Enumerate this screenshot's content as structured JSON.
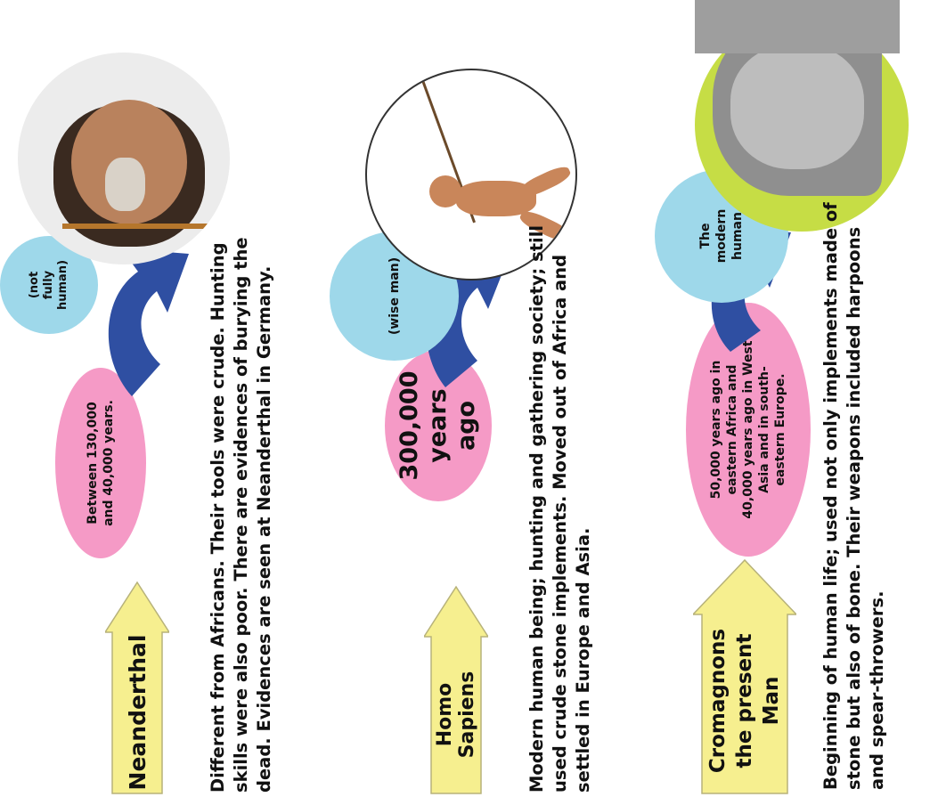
{
  "colors": {
    "pink": "#f59ac6",
    "light_blue": "#9ed8ea",
    "dark_blue": "#2f4fa2",
    "yellow": "#f6ef8f",
    "lime": "#c6dd45"
  },
  "stages": [
    {
      "name": "Neanderthal",
      "period": "Between 130,000 and 40,000 years.",
      "status": "(not fully human)",
      "description": "Different from Africans. Their tools were crude. Hunting skills were also poor. There are evidences of burying the dead. Evidences are seen at Neanderthal in Germany.",
      "image": "neanderthal-face-icon"
    },
    {
      "name": "Homo Sapiens",
      "period": "300,000 years ago",
      "status": "(wise  man)",
      "description": "Modern human being; hunting and gathering society; still used crude stone implements. Moved out of Africa and settled in Europe and Asia.",
      "image": "running-hunter-icon"
    },
    {
      "name": "Cromagnons the present Man",
      "period": "50,000 years ago in eastern Africa and 40,000 years ago in West Asia and in south-eastern Europe.",
      "status": "The modern human",
      "description": "Beginning of human life; used not only implements made of stone but also of bone. Their weapons included harpoons and spear-throwers.",
      "image": "cromagnon-bust-icon"
    }
  ]
}
